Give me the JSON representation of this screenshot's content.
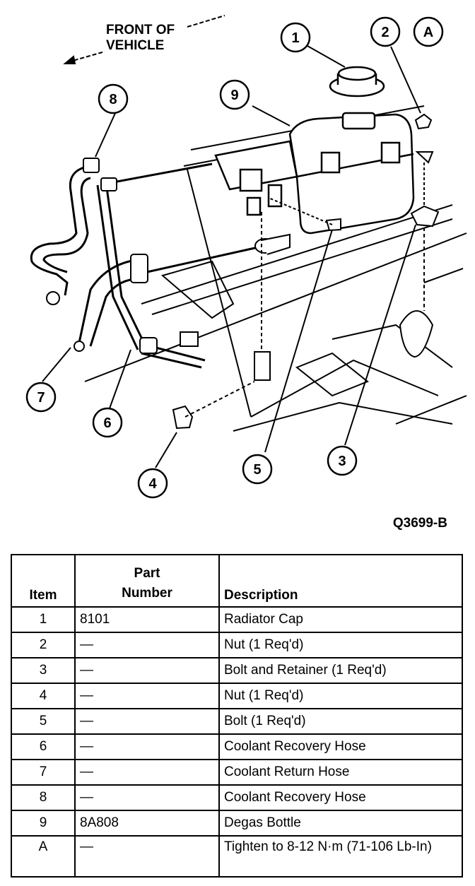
{
  "diagram": {
    "front_label_line1": "FRONT OF",
    "front_label_line2": "VEHICLE",
    "figure_code": "Q3699-B",
    "callouts": [
      "1",
      "2",
      "A",
      "9",
      "8",
      "7",
      "6",
      "4",
      "5",
      "3"
    ]
  },
  "table": {
    "headers": {
      "item": "Item",
      "part_line1": "Part",
      "part_line2": "Number",
      "description": "Description"
    },
    "rows": [
      {
        "item": "1",
        "part": "8101",
        "description": "Radiator Cap"
      },
      {
        "item": "2",
        "part": "—",
        "description": "Nut (1 Req'd)"
      },
      {
        "item": "3",
        "part": "—",
        "description": "Bolt and Retainer (1 Req'd)"
      },
      {
        "item": "4",
        "part": "—",
        "description": "Nut (1 Req'd)"
      },
      {
        "item": "5",
        "part": "—",
        "description": "Bolt (1 Req'd)"
      },
      {
        "item": "6",
        "part": "—",
        "description": "Coolant Recovery Hose"
      },
      {
        "item": "7",
        "part": "—",
        "description": "Coolant Return Hose"
      },
      {
        "item": "8",
        "part": "—",
        "description": "Coolant Recovery Hose"
      },
      {
        "item": "9",
        "part": "8A808",
        "description": "Degas Bottle"
      },
      {
        "item": "A",
        "part": "—",
        "description": "Tighten to 8-12 N·m (71-106 Lb-In)"
      }
    ]
  }
}
